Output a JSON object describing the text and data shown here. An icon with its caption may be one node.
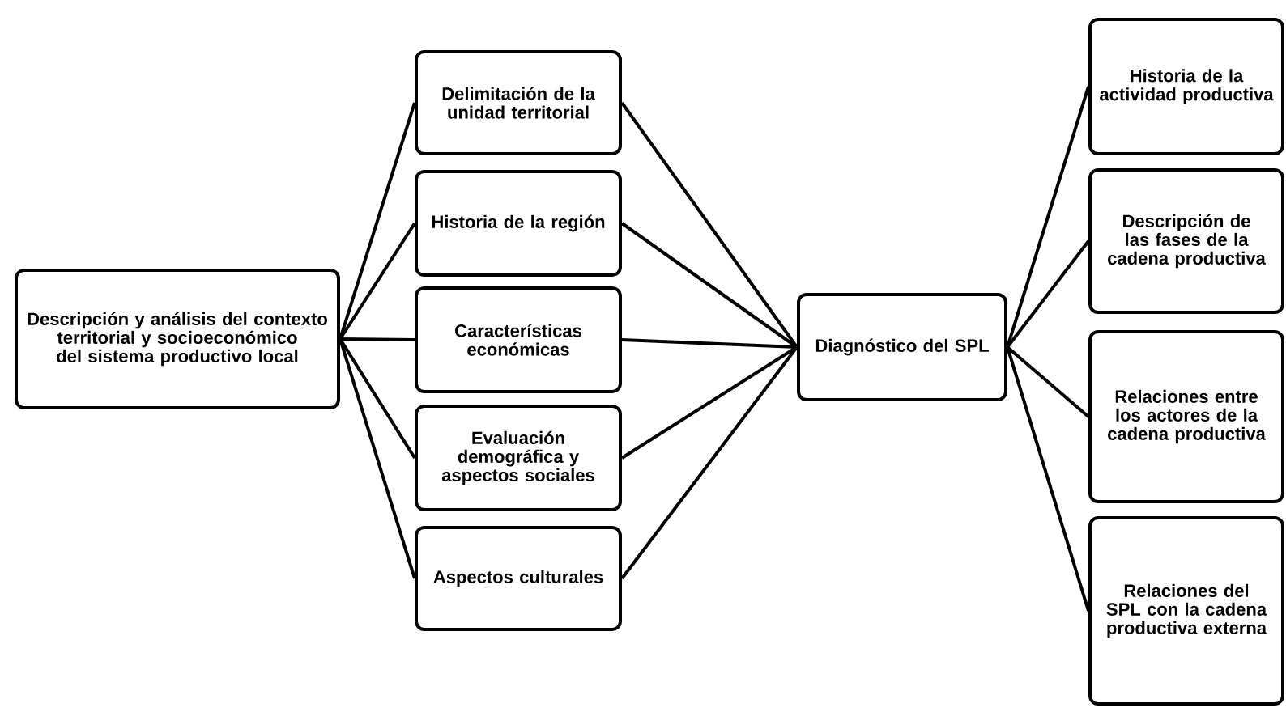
{
  "diagram": {
    "nodes": [
      {
        "text": [
          "Descripción y análisis del contexto territorial y socioeconómico del sistema productivo local"
        ]
      },
      {
        "text": [
          "Delimitación de la unidad territorial"
        ]
      },
      {
        "text": [
          "Historia de la región"
        ]
      },
      {
        "text": [
          "Características económicas"
        ]
      },
      {
        "text": [
          "Evaluación demográfica y aspectos sociales"
        ]
      },
      {
        "text": [
          "Aspectos culturales"
        ]
      },
      {
        "text": [
          "Diagnóstico del SPL"
        ]
      },
      {
        "text": [
          "Historia de la actividad productiva"
        ]
      },
      {
        "text": [
          "Descripción de las fases de la cadena productiva"
        ]
      },
      {
        "text": [
          "Relaciones entre los actores de la cadena productiva"
        ]
      },
      {
        "text": [
          "Relaciones del SPL con la cadena productiva externa"
        ]
      }
    ],
    "edges": [
      {
        "from": 0,
        "to": 1,
        "arrow": "none"
      },
      {
        "from": 0,
        "to": 2,
        "arrow": "none"
      },
      {
        "from": 0,
        "to": 3,
        "arrow": "none"
      },
      {
        "from": 0,
        "to": 4,
        "arrow": "none"
      },
      {
        "from": 0,
        "to": 5,
        "arrow": "none"
      },
      {
        "from": 1,
        "to": 6,
        "arrow": "none"
      },
      {
        "from": 2,
        "to": 6,
        "arrow": "none"
      },
      {
        "from": 3,
        "to": 6,
        "arrow": "none"
      },
      {
        "from": 4,
        "to": 6,
        "arrow": "none"
      },
      {
        "from": 5,
        "to": 6,
        "arrow": "none"
      },
      {
        "from": 6,
        "to": 7,
        "arrow": "none"
      },
      {
        "from": 6,
        "to": 8,
        "arrow": "none"
      },
      {
        "from": 6,
        "to": 9,
        "arrow": "none"
      },
      {
        "from": 6,
        "to": 10,
        "arrow": "none"
      }
    ]
  }
}
